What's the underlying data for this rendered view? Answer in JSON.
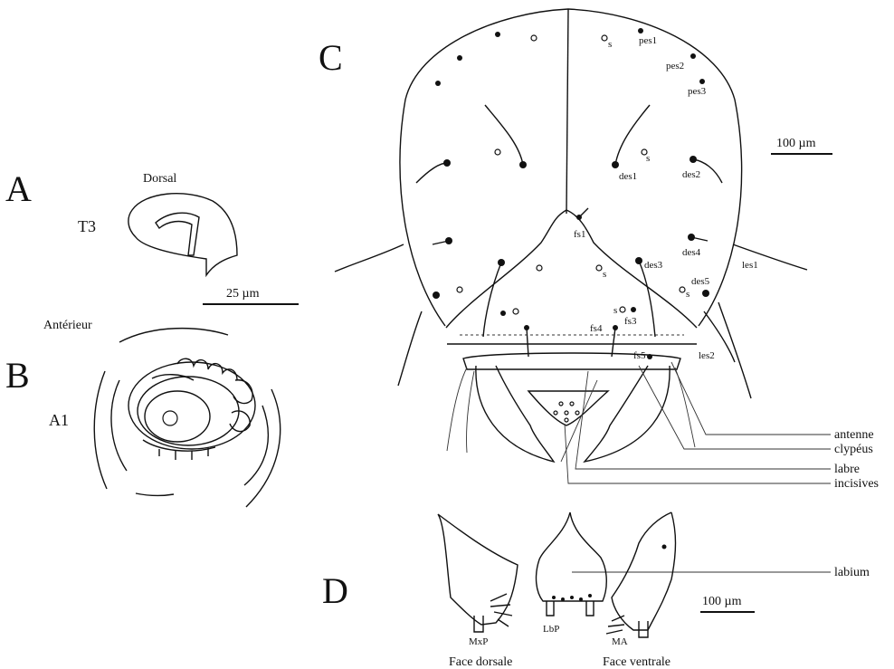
{
  "panels": {
    "a": {
      "letter": "A",
      "side_label": "Dorsal",
      "segment": "T3"
    },
    "b": {
      "letter": "B",
      "side_label": "Antérieur",
      "segment": "A1"
    },
    "c": {
      "letter": "C"
    },
    "d": {
      "letter": "D",
      "face_dorsal": "Face dorsale",
      "face_ventral": "Face ventrale"
    }
  },
  "scale_bars": {
    "ab": "25 µm",
    "c": "100 µm",
    "d": "100 µm"
  },
  "setae_labels": {
    "s": "s",
    "pes1": "pes1",
    "pes2": "pes2",
    "pes3": "pes3",
    "des1": "des1",
    "des2": "des2",
    "des3": "des3",
    "des4": "des4",
    "des5": "des5",
    "fs1": "fs1",
    "fs3": "fs3",
    "fs4": "fs4",
    "fs5": "fs5",
    "les1": "les1",
    "les2": "les2"
  },
  "callouts": {
    "antenne": "antenne",
    "clypeus": "clypéus",
    "labre": "labre",
    "incisives": "incisives",
    "labium": "labium"
  },
  "mouthparts": {
    "mxp": "MxP",
    "lbp": "LbP",
    "ma": "MA"
  }
}
